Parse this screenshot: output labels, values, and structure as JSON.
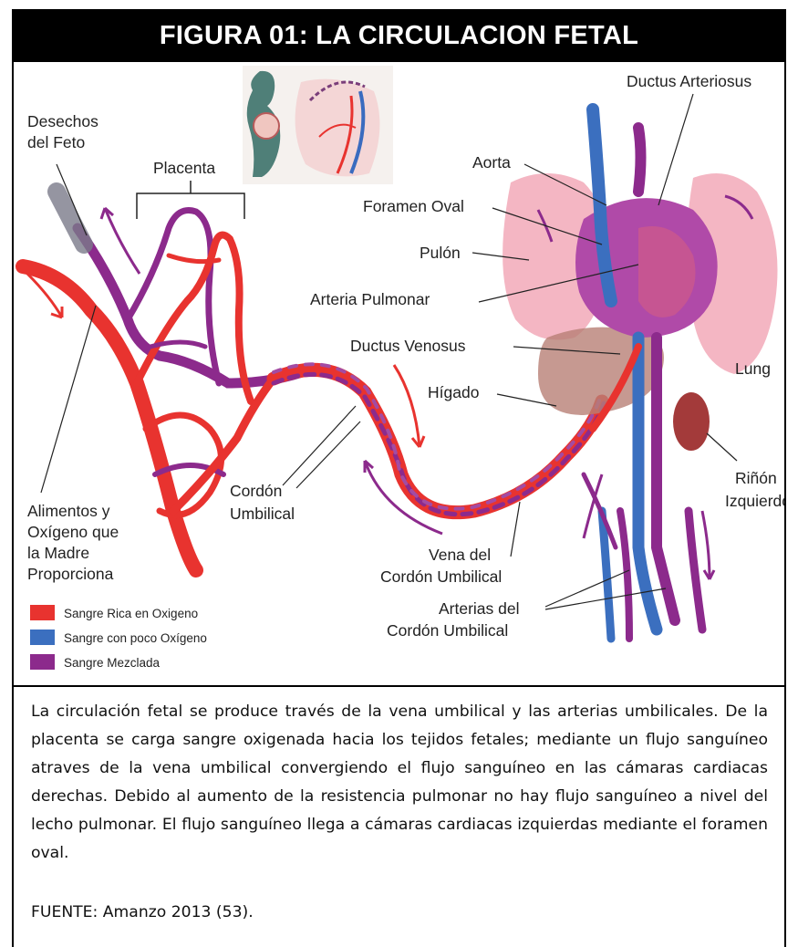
{
  "title": "FIGURA 01: LA CIRCULACION FETAL",
  "labels": {
    "desechos": [
      "Desechos",
      "del Feto"
    ],
    "placenta": "Placenta",
    "ductus_arteriosus": "Ductus Arteriosus",
    "aorta": "Aorta",
    "foramen_oval": "Foramen Oval",
    "pulon": "Pulón",
    "arteria_pulmonar": "Arteria Pulmonar",
    "ductus_venosus": "Ductus Venosus",
    "higado": "Hígado",
    "lung": "Lung",
    "rinon": [
      "Riñón",
      "Izquierdo"
    ],
    "alimentos": [
      "Alimentos y",
      "Oxígeno que",
      "la Madre",
      "Proporciona"
    ],
    "cordon": [
      "Cordón",
      "Umbilical"
    ],
    "vena_cordon": [
      "Vena del",
      "Cordón Umbilical"
    ],
    "arterias_cordon": [
      "Arterias del",
      "Cordón Umbilical"
    ]
  },
  "legend": [
    {
      "label": "Sangre Rica en Oxigeno",
      "color": "#e8332f"
    },
    {
      "label": "Sangre con poco Oxígeno",
      "color": "#3b6fbf"
    },
    {
      "label": "Sangre Mezclada",
      "color": "#8c2a8c"
    }
  ],
  "caption": "La circulación fetal se produce través de la vena umbilical y las arterias umbilicales. De la placenta se carga sangre oxigenada hacia los tejidos fetales; mediante un flujo sanguíneo atraves de la vena umbilical convergiendo el flujo sanguíneo en las cámaras cardiacas derechas. Debido al aumento de la resistencia pulmonar no hay flujo sanguíneo a nivel del lecho pulmonar. El flujo sanguíneo llega a cámaras cardiacas izquierdas mediante el foramen oval.",
  "source": "FUENTE: Amanzo 2013 (53)."
}
